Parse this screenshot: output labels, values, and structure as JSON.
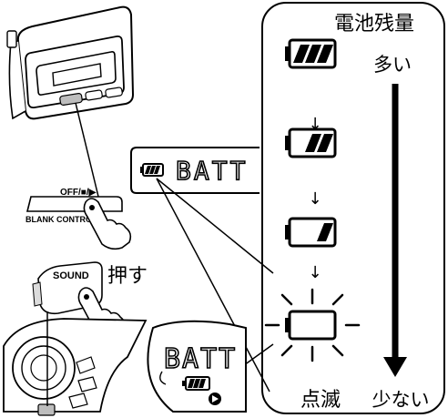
{
  "panel": {
    "title": "電池残量",
    "level_high": "多い",
    "level_low": "少ない",
    "blink_label": "点滅",
    "arrow": "↓"
  },
  "device": {
    "switch_label": "OFF/■/▶",
    "blank_control_label": "BLANK CONTROL",
    "sound_label": "SOUND",
    "press_label": "押す"
  },
  "display": {
    "text": "BATT",
    "closeup_text": "BATT"
  },
  "battery_levels": [
    {
      "label": "full",
      "segments": 3
    },
    {
      "label": "two-thirds",
      "segments": 2
    },
    {
      "label": "one-third",
      "segments": 1
    },
    {
      "label": "empty-blinking",
      "segments": 0
    }
  ],
  "colors": {
    "ink": "#000000",
    "fill": "#ffffff",
    "gray": "#bdbdbd",
    "lightgray": "#dcdcdc"
  }
}
